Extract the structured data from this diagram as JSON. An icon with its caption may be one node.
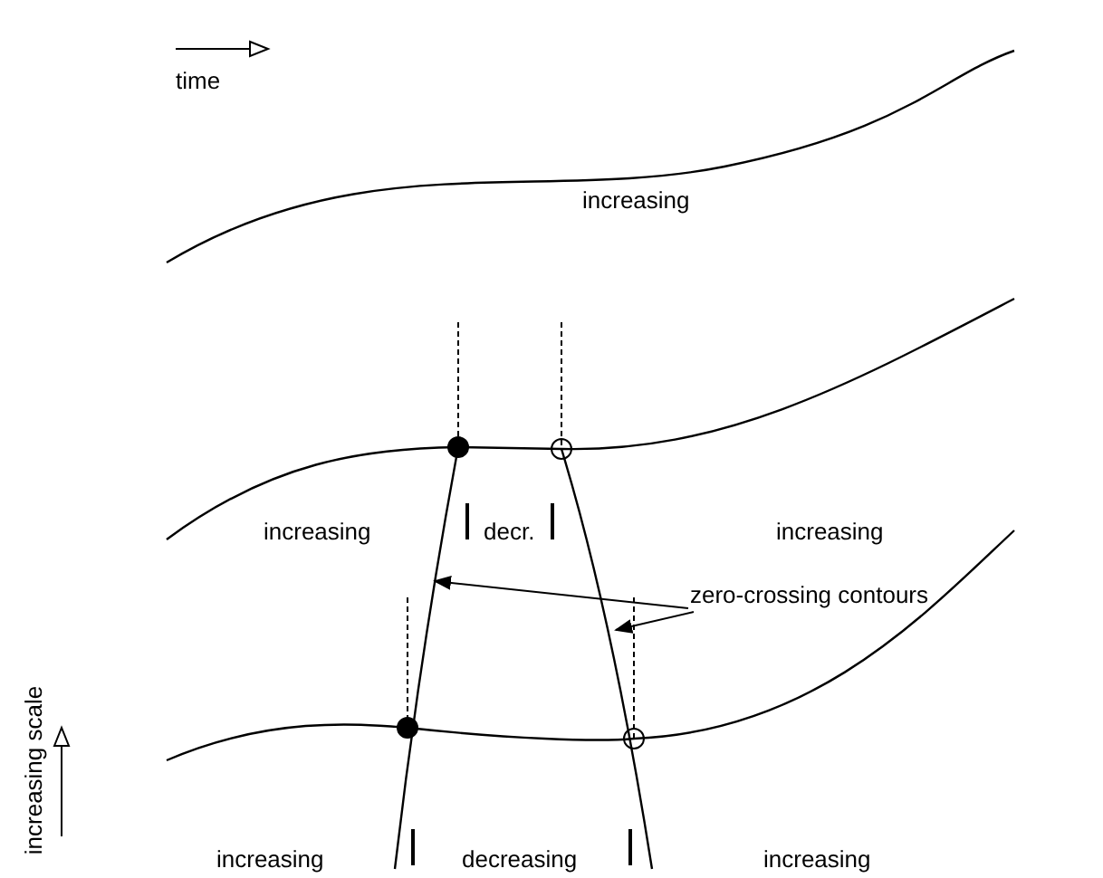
{
  "diagram": {
    "nodes": [
      {
        "text": [
          "zero-crossing contours"
        ]
      },
      {
        "text": [],
        "shape": "line"
      },
      {
        "text": [],
        "shape": "line"
      }
    ],
    "edges": [
      {
        "from": 0,
        "to": 1,
        "arrow": "to"
      },
      {
        "from": 0,
        "to": 2,
        "arrow": "to"
      }
    ],
    "labels": [
      "time",
      "increasing",
      "increasing",
      "decr.",
      "increasing",
      "increasing scale",
      "increasing",
      "decreasing",
      "increasing"
    ]
  }
}
